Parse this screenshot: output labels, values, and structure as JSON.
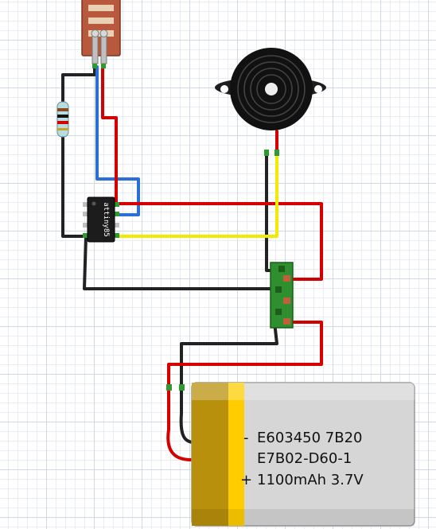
{
  "chip": {
    "label": "attiny85"
  },
  "battery": {
    "line1": "E603450 7B20",
    "line2": "E7B02-D60-1",
    "line3": "1100mAh 3.7V",
    "minus_sign": "-",
    "plus_sign": "+"
  },
  "colors": {
    "wire_black": "#222222",
    "wire_red": "#d40000",
    "wire_blue": "#2a6fd6",
    "wire_yellow": "#f2ea00",
    "battery_gold": "#b8900b",
    "battery_yellow": "#ffcc00",
    "battery_body": "#d6d6d6",
    "sensor_body": "#b8583c",
    "board_green": "#3c8a3c"
  }
}
